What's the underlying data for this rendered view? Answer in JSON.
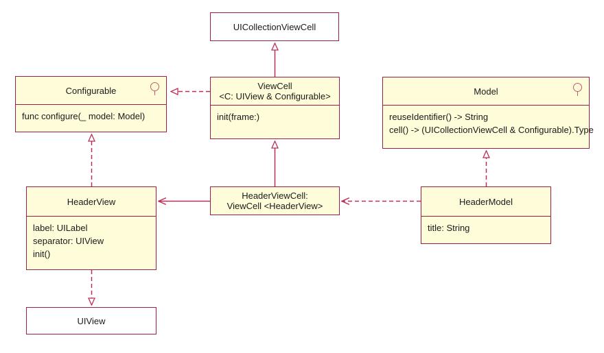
{
  "colors": {
    "box_border": "#9c1f48",
    "box_fill_yellow": "#fffcd9",
    "box_fill_white": "#ffffff",
    "arrow": "#bd2e54",
    "lollipop": "#c05a70",
    "text": "#1a1a1a"
  },
  "nodes": {
    "uicollectionviewcell": {
      "title": "UICollectionViewCell"
    },
    "configurable": {
      "title": "Configurable",
      "icon": "interface-lollipop",
      "members": [
        "func configure(_ model: Model)"
      ]
    },
    "viewcell": {
      "title": "ViewCell",
      "subtitle": "<C: UIView & Configurable>",
      "members": [
        "init(frame:)"
      ]
    },
    "model": {
      "title": "Model",
      "icon": "interface-lollipop",
      "members": [
        "reuseIdentifier() -> String",
        "cell() -> (UICollectionViewCell & Configurable).Type"
      ]
    },
    "headerview": {
      "title": "HeaderView",
      "members": [
        "label: UILabel",
        "separator: UIView",
        "init()"
      ]
    },
    "headerviewcell": {
      "title": "HeaderViewCell:",
      "subtitle": "ViewCell <HeaderView>"
    },
    "headermodel": {
      "title": "HeaderModel",
      "members": [
        "title: String"
      ]
    },
    "uiview": {
      "title": "UIView"
    }
  },
  "relationships": [
    {
      "from": "ViewCell",
      "to": "UICollectionViewCell",
      "line": "solid",
      "arrowhead": "hollow-triangle"
    },
    {
      "from": "ViewCell",
      "to": "Configurable",
      "line": "dashed",
      "arrowhead": "hollow-triangle"
    },
    {
      "from": "HeaderView",
      "to": "Configurable",
      "line": "dashed",
      "arrowhead": "hollow-triangle"
    },
    {
      "from": "HeaderViewCell",
      "to": "ViewCell",
      "line": "solid",
      "arrowhead": "hollow-triangle"
    },
    {
      "from": "HeaderViewCell",
      "to": "HeaderView",
      "line": "solid",
      "arrowhead": "open-arrow"
    },
    {
      "from": "HeaderModel",
      "to": "HeaderViewCell",
      "line": "dashed",
      "arrowhead": "open-arrow"
    },
    {
      "from": "HeaderModel",
      "to": "Model",
      "line": "dashed",
      "arrowhead": "hollow-triangle"
    },
    {
      "from": "HeaderView",
      "to": "UIView",
      "line": "dashed",
      "arrowhead": "hollow-triangle"
    }
  ]
}
